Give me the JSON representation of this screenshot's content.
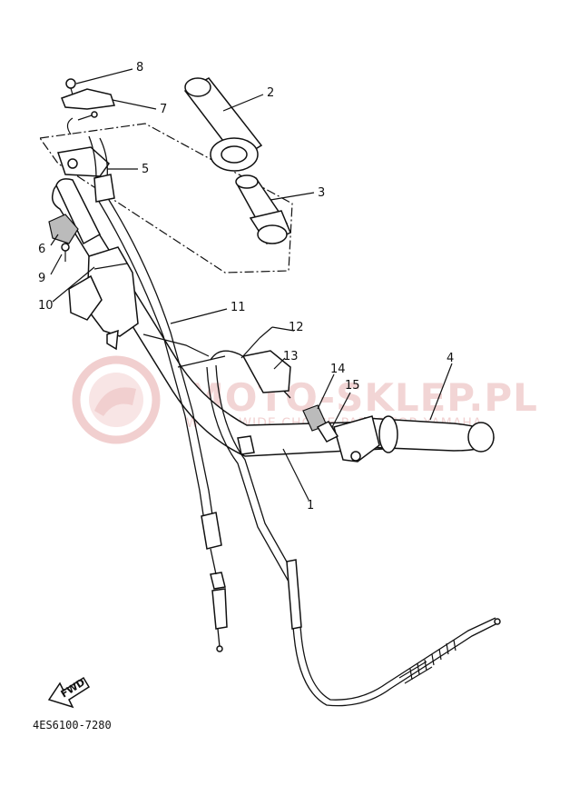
{
  "diagram_code": "4ES6100-7280",
  "watermark": {
    "brand": "MOTO-SKLEP.PL",
    "tagline": "WORLDWIDE CHOICE PARTS FOR YAMAHA"
  },
  "fwd_label": "FWD",
  "callouts": [
    {
      "id": "1",
      "label": "1"
    },
    {
      "id": "2",
      "label": "2"
    },
    {
      "id": "3",
      "label": "3"
    },
    {
      "id": "4",
      "label": "4"
    },
    {
      "id": "5",
      "label": "5"
    },
    {
      "id": "6",
      "label": "6"
    },
    {
      "id": "7",
      "label": "7"
    },
    {
      "id": "8",
      "label": "8"
    },
    {
      "id": "9",
      "label": "9"
    },
    {
      "id": "10",
      "label": "10"
    },
    {
      "id": "11",
      "label": "11"
    },
    {
      "id": "12",
      "label": "12"
    },
    {
      "id": "13",
      "label": "13"
    },
    {
      "id": "14",
      "label": "14"
    },
    {
      "id": "15",
      "label": "15"
    }
  ]
}
